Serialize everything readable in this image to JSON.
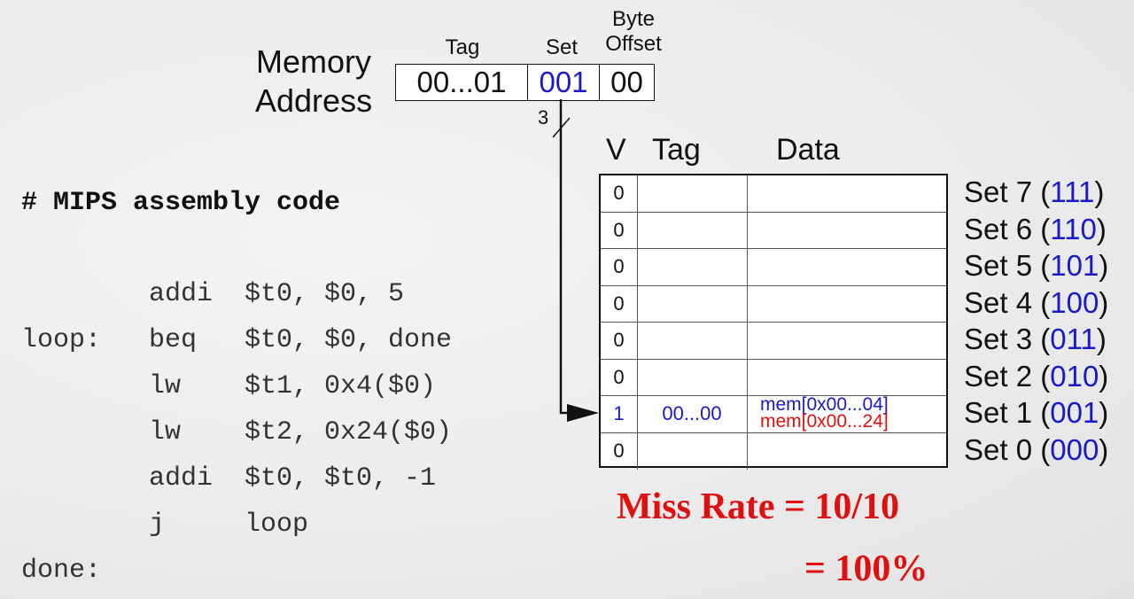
{
  "memory_address": {
    "label_line1": "Memory",
    "label_line2": "Address",
    "field_heads": {
      "tag": "Tag",
      "set": "Set",
      "byte_offset_line1": "Byte",
      "byte_offset_line2": "Offset"
    },
    "tag_value": "00...01",
    "set_value": "001",
    "offset_value": "00",
    "set_bits_label": "3"
  },
  "code": {
    "title": "# MIPS assembly code",
    "lines": [
      {
        "label": "",
        "op": "addi",
        "args": "$t0, $0, 5"
      },
      {
        "label": "loop:",
        "op": "beq",
        "args": "$t0, $0, done"
      },
      {
        "label": "",
        "op": "lw",
        "args": "$t1, 0x4($0)"
      },
      {
        "label": "",
        "op": "lw",
        "args": "$t2, 0x24($0)"
      },
      {
        "label": "",
        "op": "addi",
        "args": "$t0, $t0, -1"
      },
      {
        "label": "",
        "op": "j",
        "args": "loop"
      },
      {
        "label": "done:",
        "op": "",
        "args": ""
      }
    ]
  },
  "cache": {
    "headers": {
      "v": "V",
      "tag": "Tag",
      "data": "Data"
    },
    "rows": [
      {
        "v": "0",
        "tag": "",
        "data1": "",
        "data2": "",
        "set_name": "Set 7",
        "set_bits": "111"
      },
      {
        "v": "0",
        "tag": "",
        "data1": "",
        "data2": "",
        "set_name": "Set 6",
        "set_bits": "110"
      },
      {
        "v": "0",
        "tag": "",
        "data1": "",
        "data2": "",
        "set_name": "Set 5",
        "set_bits": "101"
      },
      {
        "v": "0",
        "tag": "",
        "data1": "",
        "data2": "",
        "set_name": "Set 4",
        "set_bits": "100"
      },
      {
        "v": "0",
        "tag": "",
        "data1": "",
        "data2": "",
        "set_name": "Set 3",
        "set_bits": "011"
      },
      {
        "v": "0",
        "tag": "",
        "data1": "",
        "data2": "",
        "set_name": "Set 2",
        "set_bits": "010"
      },
      {
        "v": "1",
        "tag": "00...00",
        "data1": "mem[0x00...04]",
        "data2": "mem[0x00...24]",
        "set_name": "Set 1",
        "set_bits": "001"
      },
      {
        "v": "0",
        "tag": "",
        "data1": "",
        "data2": "",
        "set_name": "Set 0",
        "set_bits": "000"
      }
    ]
  },
  "miss_rate": {
    "line1": "Miss Rate = 10/10",
    "line2": "= 100%"
  },
  "colors": {
    "accent_blue": "#1a1ac8",
    "accent_red": "#e01010"
  }
}
